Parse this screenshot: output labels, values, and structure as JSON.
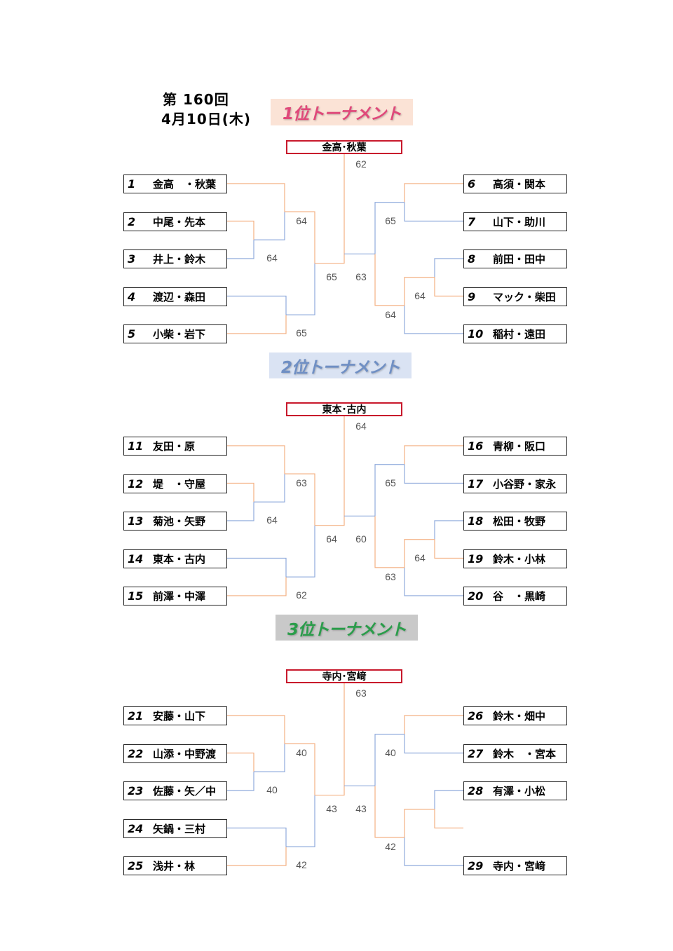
{
  "header": {
    "line1": "第 160回",
    "line2": "4月10日(木)"
  },
  "colors": {
    "orange": "#f4b183",
    "blue": "#8faadc",
    "champion_border": "#c8192c"
  },
  "tournaments": [
    {
      "title": "1位トーナメント",
      "banner_bg": "#fbe3d6",
      "banner_color": "#e0487a",
      "champion": "金高･秋葉",
      "scores": {
        "final": "62",
        "left_semi": "64",
        "left_qf": "64",
        "left_r1": "65",
        "left_final": "65",
        "right_final": "63",
        "right_semi": "65",
        "right_qf": "64",
        "right_r1": "64"
      },
      "left": [
        {
          "no": "1",
          "name": "金高　・秋葉"
        },
        {
          "no": "2",
          "name": "中尾・先本"
        },
        {
          "no": "3",
          "name": "井上・鈴木"
        },
        {
          "no": "4",
          "name": "渡辺・森田"
        },
        {
          "no": "5",
          "name": "小柴・岩下"
        }
      ],
      "right": [
        {
          "no": "6",
          "name": "高須・関本"
        },
        {
          "no": "7",
          "name": "山下・助川"
        },
        {
          "no": "8",
          "name": "前田・田中"
        },
        {
          "no": "9",
          "name": "マック・柴田"
        },
        {
          "no": "10",
          "name": "稲村・遠田"
        }
      ]
    },
    {
      "title": "2位トーナメント",
      "banner_bg": "#dae3f3",
      "banner_color": "#6f8fc4",
      "champion": "東本･古内",
      "scores": {
        "final": "64",
        "left_semi": "63",
        "left_qf": "64",
        "left_r1": "62",
        "left_final": "64",
        "right_final": "60",
        "right_semi": "65",
        "right_qf": "64",
        "right_r1": "63"
      },
      "left": [
        {
          "no": "11",
          "name": "友田・原"
        },
        {
          "no": "12",
          "name": "堤　・守屋"
        },
        {
          "no": "13",
          "name": "菊池・矢野"
        },
        {
          "no": "14",
          "name": "東本・古内"
        },
        {
          "no": "15",
          "name": "前澤・中澤"
        }
      ],
      "right": [
        {
          "no": "16",
          "name": "青柳・阪口"
        },
        {
          "no": "17",
          "name": "小谷野・家永"
        },
        {
          "no": "18",
          "name": "松田・牧野"
        },
        {
          "no": "19",
          "name": "鈴木・小林"
        },
        {
          "no": "20",
          "name": "谷　・黒崎"
        }
      ]
    },
    {
      "title": "3位トーナメント",
      "banner_bg": "#c9c9c9",
      "banner_color": "#2a9d4a",
      "champion": "寺内･宮﨑",
      "scores": {
        "final": "63",
        "left_semi": "40",
        "left_qf": "40",
        "left_r1": "42",
        "left_final": "43",
        "right_final": "43",
        "right_semi": "40",
        "right_qf": "",
        "right_r1": "42"
      },
      "left": [
        {
          "no": "21",
          "name": "安藤・山下"
        },
        {
          "no": "22",
          "name": "山添・中野渡"
        },
        {
          "no": "23",
          "name": "佐藤・矢／中"
        },
        {
          "no": "24",
          "name": "矢鍋・三村"
        },
        {
          "no": "25",
          "name": "浅井・林"
        }
      ],
      "right": [
        {
          "no": "26",
          "name": "鈴木・畑中"
        },
        {
          "no": "27",
          "name": "鈴木　・宮本"
        },
        {
          "no": "28",
          "name": "有澤・小松"
        },
        {
          "no": "",
          "name": ""
        },
        {
          "no": "29",
          "name": "寺内・宮﨑"
        }
      ]
    }
  ]
}
